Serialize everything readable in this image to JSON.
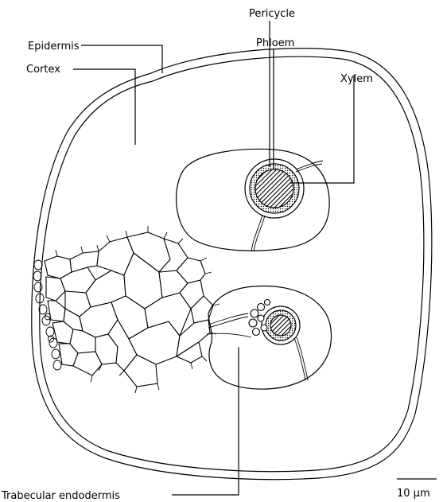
{
  "labels": {
    "pericycle": "Pericycle",
    "epidermis": "Epidermis",
    "phloem": "Phloem",
    "cortex": "Cortex",
    "xylem": "Xylem",
    "trabecular_endodermis": "Trabecular endodermis",
    "scale_bar": "10 μm"
  },
  "colors": {
    "ink": "#000000",
    "background": "#ffffff"
  }
}
